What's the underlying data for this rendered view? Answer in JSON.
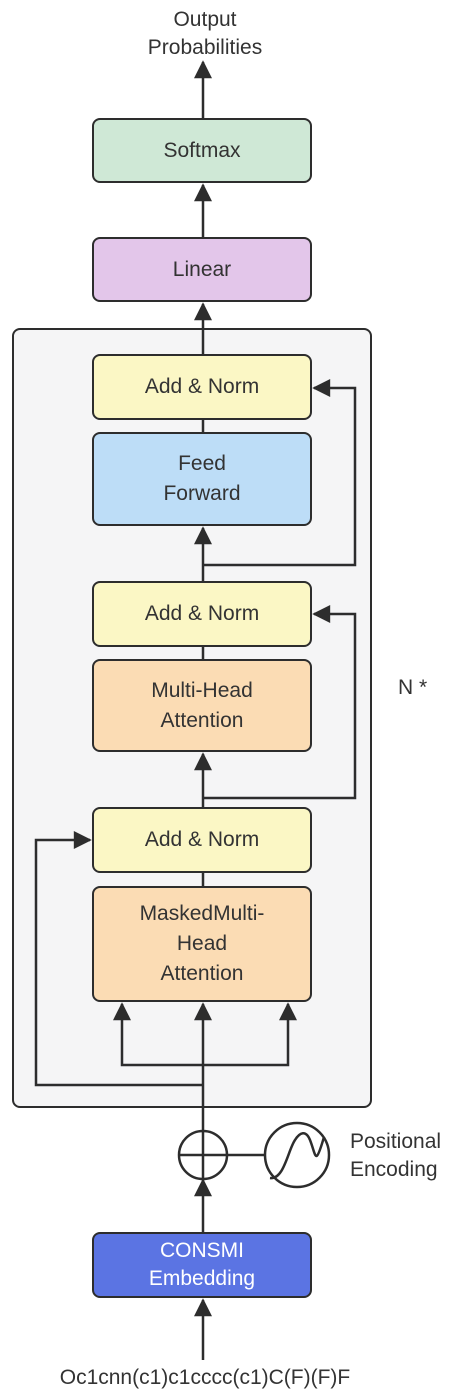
{
  "colors": {
    "softmax": "#cfe8d6",
    "linear": "#e3c6ea",
    "add_norm": "#fbf7c5",
    "feed_forward": "#bdddf7",
    "attention": "#fbdcb4",
    "embedding": "#5b74e3",
    "block_background": "#f5f5f6",
    "line": "#2d2d2d"
  },
  "diagram": {
    "output_label": "Output\nProbabilities",
    "softmax": "Softmax",
    "linear": "Linear",
    "add_norm_top": "Add & Norm",
    "feed_forward": "Feed\nForward",
    "add_norm_mid": "Add & Norm",
    "multi_head_attention": "Multi-Head\nAttention",
    "add_norm_bottom": "Add & Norm",
    "masked_attention": "MaskedMulti-\nHead\nAttention",
    "repeat_label": "N *",
    "positional_encoding": "Positional\nEncoding",
    "embedding": "CONSMI\nEmbedding",
    "input_smiles": "Oc1cnn(c1)c1cccc(c1)C(F)(F)F"
  }
}
